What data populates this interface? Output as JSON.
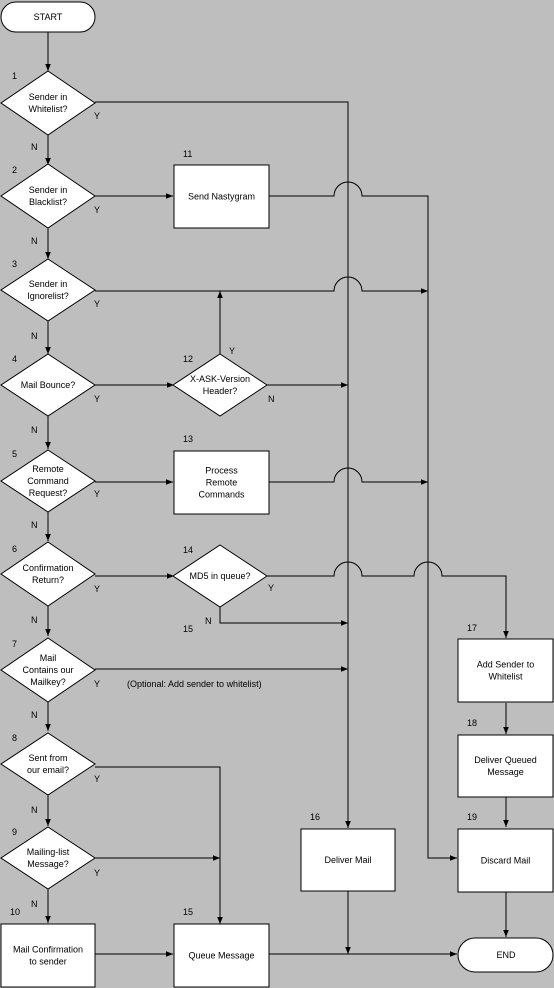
{
  "terminals": {
    "start": "START",
    "end": "END"
  },
  "decisions": [
    {
      "id": "d1",
      "number": "1",
      "lines": [
        "Sender in",
        "Whitelist?"
      ]
    },
    {
      "id": "d2",
      "number": "2",
      "lines": [
        "Sender in",
        "Blacklist?"
      ]
    },
    {
      "id": "d3",
      "number": "3",
      "lines": [
        "Sender in",
        "Ignorelist?"
      ]
    },
    {
      "id": "d4",
      "number": "4",
      "lines": [
        "Mail Bounce?"
      ]
    },
    {
      "id": "d5",
      "number": "5",
      "lines": [
        "Remote",
        "Command",
        "Request?"
      ]
    },
    {
      "id": "d6",
      "number": "6",
      "lines": [
        "Confirmation",
        "Return?"
      ]
    },
    {
      "id": "d7",
      "number": "7",
      "lines": [
        "Mail",
        "Contains our",
        "Mailkey?"
      ]
    },
    {
      "id": "d8",
      "number": "8",
      "lines": [
        "Sent from",
        "our email?"
      ]
    },
    {
      "id": "d9",
      "number": "9",
      "lines": [
        "Mailing-list",
        "Message?"
      ]
    },
    {
      "id": "d12",
      "number": "12",
      "lines": [
        "X-ASK-Version",
        "Header?"
      ]
    },
    {
      "id": "d14",
      "number": "14",
      "lines": [
        "MD5 in queue?"
      ]
    }
  ],
  "processes": [
    {
      "id": "p10",
      "number": "10",
      "lines": [
        "Mail Confirmation",
        "to sender"
      ]
    },
    {
      "id": "p11",
      "number": "11",
      "lines": [
        "Send Nastygram"
      ]
    },
    {
      "id": "p13",
      "number": "13",
      "lines": [
        "Process",
        "Remote",
        "Commands"
      ]
    },
    {
      "id": "p15",
      "number": "15",
      "lines": [
        "Queue Message"
      ]
    },
    {
      "id": "p16",
      "number": "16",
      "lines": [
        "Deliver Mail"
      ]
    },
    {
      "id": "p17",
      "number": "17",
      "lines": [
        "Add Sender to",
        "Whitelist"
      ]
    },
    {
      "id": "p18",
      "number": "18",
      "lines": [
        "Deliver Queued",
        "Message"
      ]
    },
    {
      "id": "p19",
      "number": "19",
      "lines": [
        "Discard Mail"
      ]
    }
  ],
  "edge_labels": {
    "yes": "Y",
    "no": "N",
    "optional_note": "(Optional: Add sender to whitelist)",
    "junction_15": "15"
  }
}
